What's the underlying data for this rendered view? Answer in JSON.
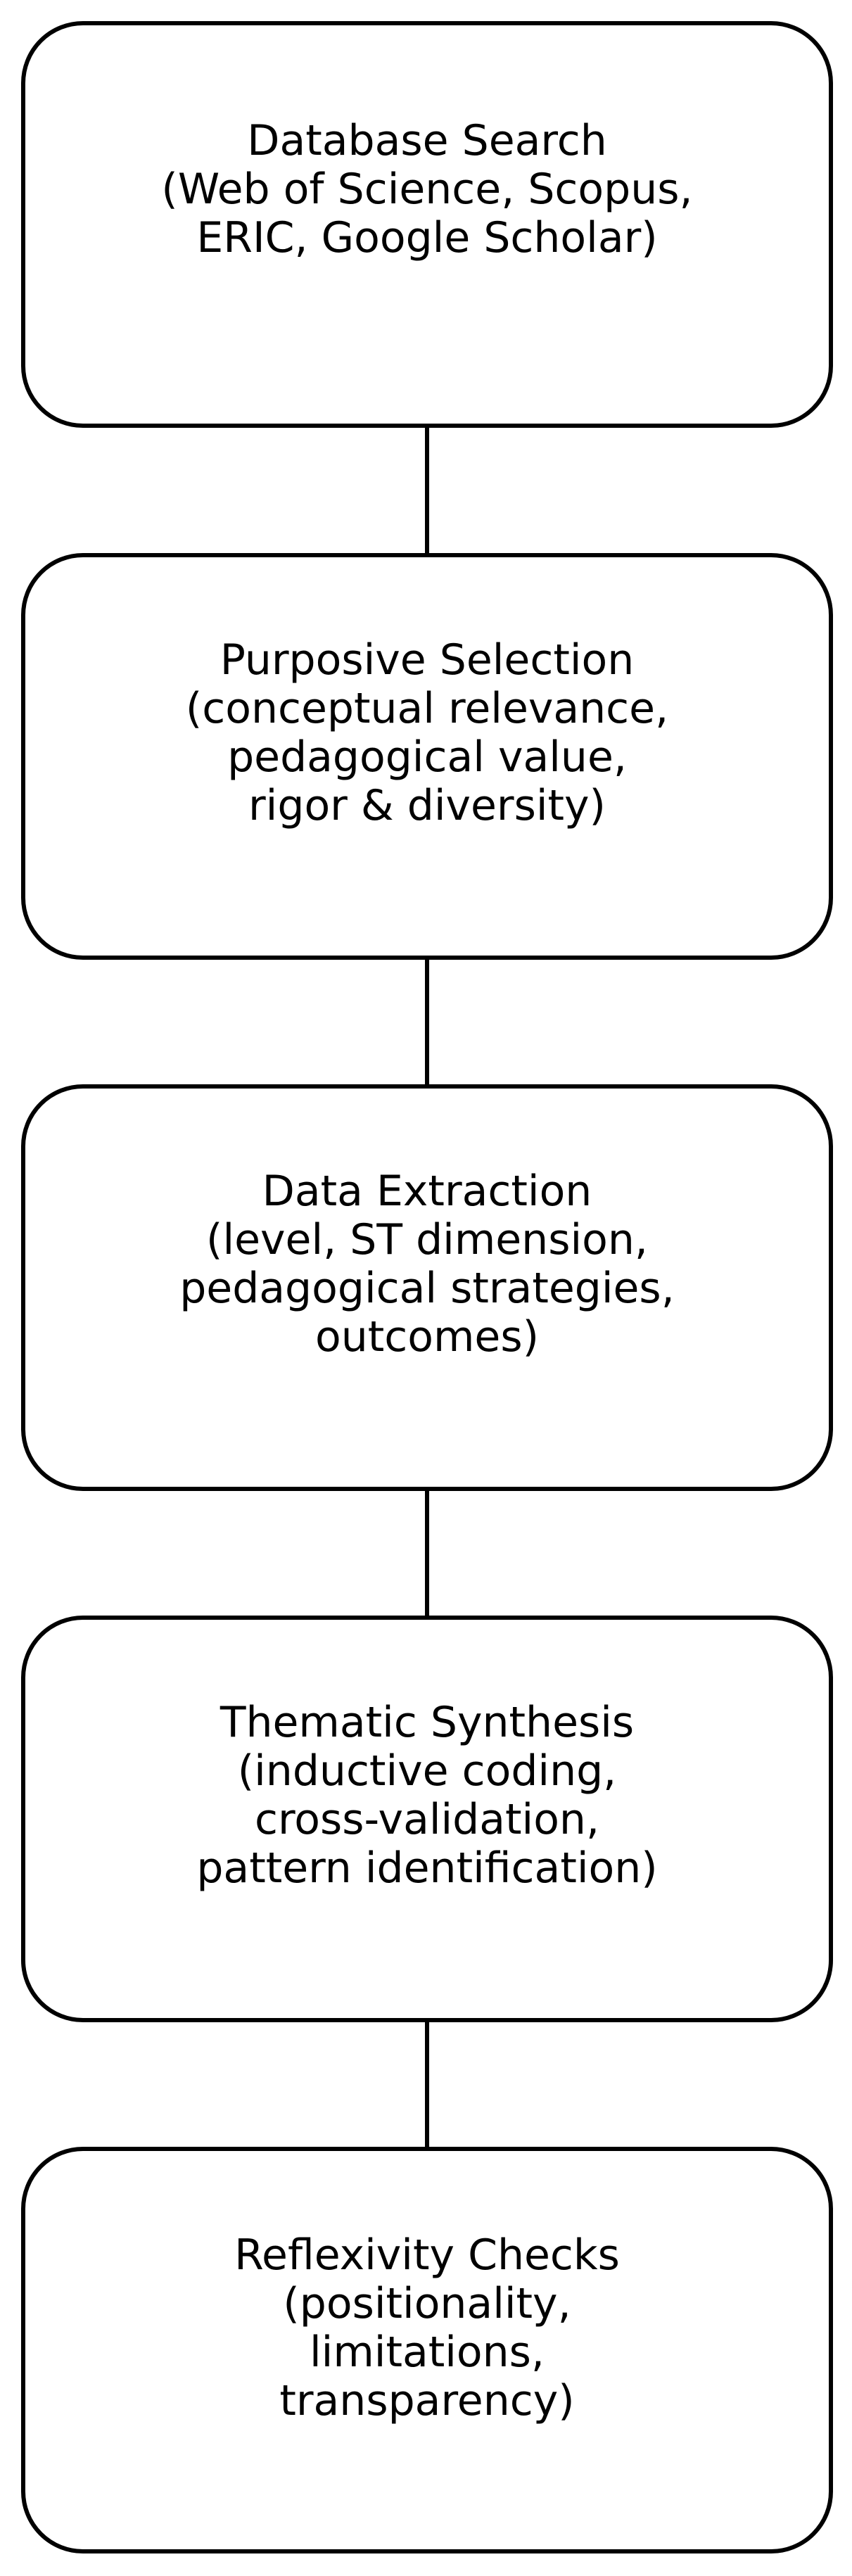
{
  "flowchart": {
    "steps": [
      {
        "text": "Database Search\n(Web of Science, Scopus,\nERIC, Google Scholar)"
      },
      {
        "text": "Purposive Selection\n(conceptual relevance,\npedagogical value,\nrigor & diversity)"
      },
      {
        "text": "Data Extraction\n(level, ST dimension,\npedagogical strategies,\noutcomes)"
      },
      {
        "text": "Thematic Synthesis\n(inductive coding,\ncross-validation,\npattern identification)"
      },
      {
        "text": "Reflexivity Checks\n(positionality,\nlimitations,\ntransparency)"
      }
    ],
    "colors": {
      "stroke": "#000000",
      "fill": "#ffffff",
      "text": "#000000"
    }
  }
}
